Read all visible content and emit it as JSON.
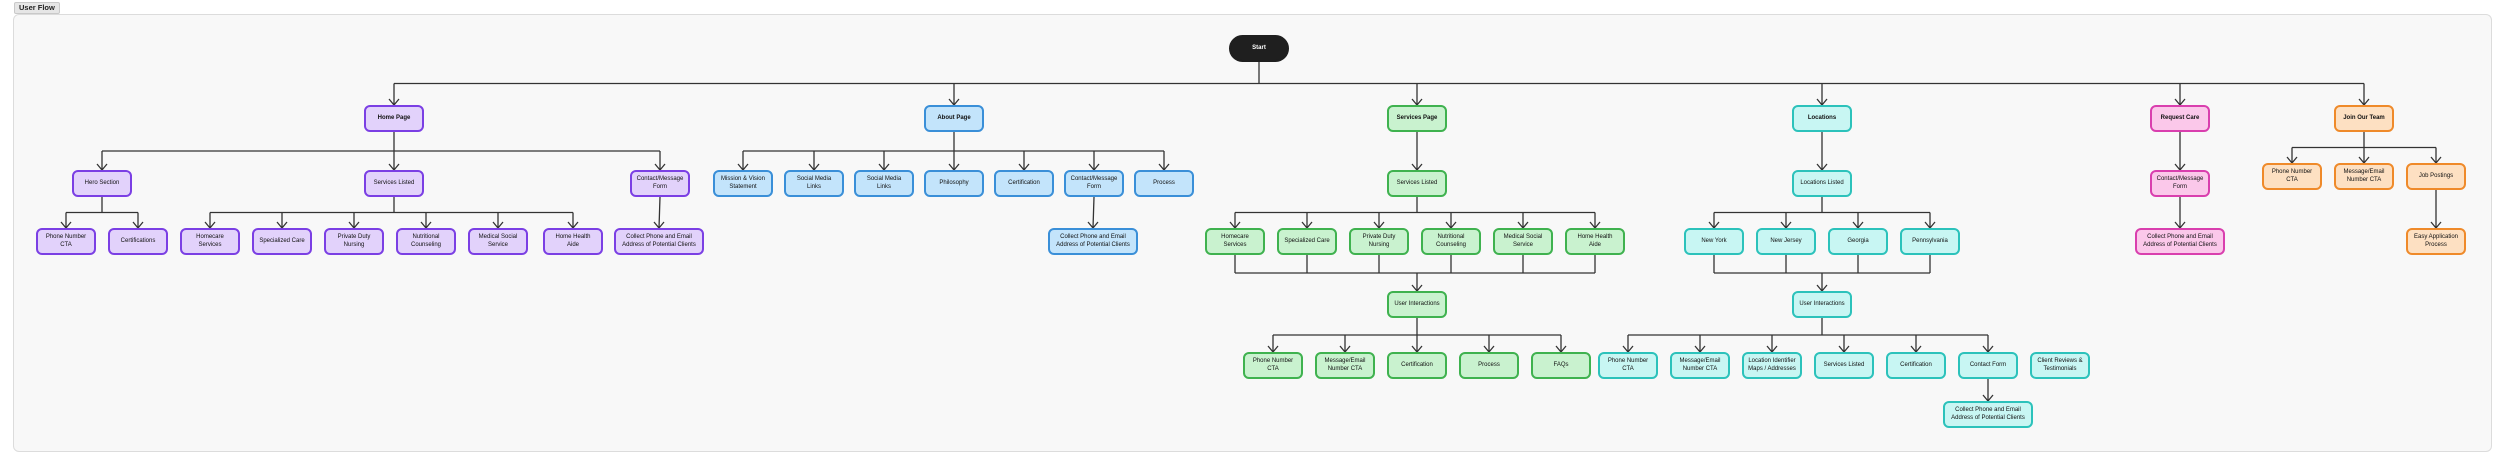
{
  "frame_title": "User Flow",
  "nodes": {
    "start": "Start",
    "home_page": "Home Page",
    "hero_section": "Hero Section",
    "home_services_listed": "Services Listed",
    "home_contact_form": "Contact/Message Form",
    "home_phone_cta": "Phone Number CTA",
    "home_certifications": "Certifications",
    "home_homecare": "Homecare Services",
    "home_specialized": "Specialized Care",
    "home_private_duty": "Private Duty Nursing",
    "home_nutritional": "Nutritional Counseling",
    "home_medical_social": "Medical Social Service",
    "home_health_aide": "Home Health Aide",
    "home_collect": "Collect Phone and Email Address of Potential Clients",
    "about_page": "About Page",
    "about_mission": "Mission & Vision Statement",
    "about_social_1": "Social Media Links",
    "about_social_2": "Social Media Links",
    "about_philosophy": "Philosophy",
    "about_certification": "Certification",
    "about_contact_form": "Contact/Message Form",
    "about_process": "Process",
    "about_collect": "Collect Phone and Email Address of Potential Clients",
    "services_page": "Services Page",
    "services_listed": "Services Listed",
    "svc_homecare": "Homecare Services",
    "svc_specialized": "Specialized Care",
    "svc_private_duty": "Private Duty Nursing",
    "svc_nutritional": "Nutritional Counseling",
    "svc_medical_social": "Medical Social Service",
    "svc_health_aide": "Home Health Aide",
    "svc_user_interactions": "User Interactions",
    "svc_phone_cta": "Phone Number CTA",
    "svc_message_cta": "Message/Email Number CTA",
    "svc_certification": "Certification",
    "svc_process": "Process",
    "svc_faqs": "FAQs",
    "locations": "Locations",
    "locations_listed": "Locations Listed",
    "loc_new_york": "New York",
    "loc_new_jersey": "New Jersey",
    "loc_georgia": "Georgia",
    "loc_pennsylvania": "Pennsylvania",
    "loc_user_interactions": "User Interactions",
    "loc_phone_cta": "Phone Number CTA",
    "loc_message_cta": "Message/Email Number CTA",
    "loc_identifier": "Location Identifier Maps / Addresses",
    "loc_services_listed": "Services Listed",
    "loc_certification": "Certification",
    "loc_contact_form": "Contact Form",
    "loc_reviews": "Client Reviews & Testimonials",
    "loc_collect": "Collect Phone and Email Address of Potential Clients",
    "request_care": "Request Care",
    "req_contact_form": "Contact/Message Form",
    "req_collect": "Collect Phone and Email Address of Potential Clients",
    "join_team": "Join Our Team",
    "join_phone_cta": "Phone Number CTA",
    "join_message_cta": "Message/Email Number CTA",
    "join_postings": "Job Postings",
    "join_easy_apply": "Easy Application Process"
  },
  "colors": {
    "dark": "#1f1f1f",
    "purple": "#7b3fe4",
    "blue": "#3a8fd8",
    "green": "#3fb24f",
    "cyan": "#2cc2bb",
    "pink": "#d93fae",
    "orange": "#ef8a2a",
    "connector": "#333333"
  }
}
